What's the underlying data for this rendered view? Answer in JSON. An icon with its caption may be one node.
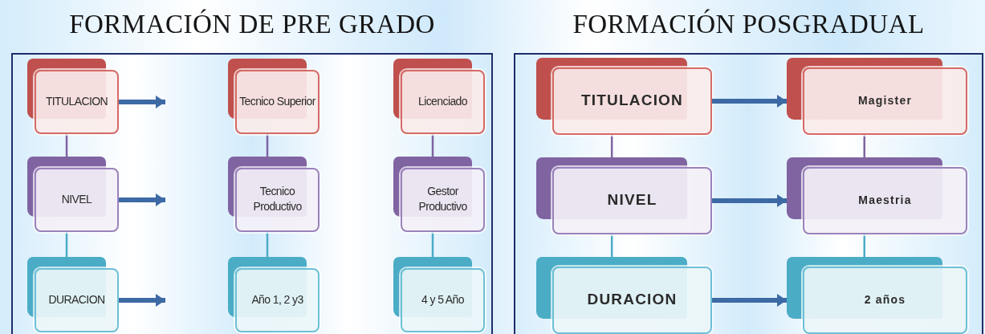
{
  "diagram": {
    "nodes": [
      {
        "text": [
          "FORMACIÓN DE PRE GRADO"
        ]
      },
      {
        "text": [
          "TITULACION"
        ],
        "in": 0
      },
      {
        "text": [
          "Tecnico Superior"
        ],
        "in": 0
      },
      {
        "text": [
          "Licenciado"
        ],
        "in": 0
      },
      {
        "text": [
          "NIVEL"
        ],
        "in": 0
      },
      {
        "text": [
          "Tecnico Productivo"
        ],
        "in": 0
      },
      {
        "text": [
          "Gestor Productivo"
        ],
        "in": 0
      },
      {
        "text": [
          "DURACION"
        ],
        "in": 0
      },
      {
        "text": [
          "Año 1, 2 y3"
        ],
        "in": 0
      },
      {
        "text": [
          "4 y 5 Año"
        ],
        "in": 0
      },
      {
        "text": [
          "FORMACIÓN POSGRADUAL"
        ]
      },
      {
        "text": [
          "TITULACION"
        ],
        "in": 10
      },
      {
        "text": [
          "Magister"
        ],
        "in": 10
      },
      {
        "text": [
          "NIVEL"
        ],
        "in": 10
      },
      {
        "text": [
          "Maestria"
        ],
        "in": 10
      },
      {
        "text": [
          "DURACION"
        ],
        "in": 10
      },
      {
        "text": [
          "2 años"
        ],
        "in": 10
      }
    ],
    "edges": [
      {
        "from": 1,
        "to": null,
        "arrow": "to",
        "style": "thick",
        "color": "#3d6aa5"
      },
      {
        "from": 4,
        "to": null,
        "arrow": "to",
        "style": "thick",
        "color": "#3d6aa5"
      },
      {
        "from": 7,
        "to": null,
        "arrow": "to",
        "style": "thick",
        "color": "#3d6aa5"
      },
      {
        "from": 1,
        "to": 4,
        "arrow": "none",
        "color": "#8064a2"
      },
      {
        "from": 4,
        "to": 7,
        "arrow": "none",
        "color": "#4bacc6"
      },
      {
        "from": 2,
        "to": 5,
        "arrow": "none",
        "color": "#8064a2"
      },
      {
        "from": 5,
        "to": 8,
        "arrow": "none",
        "color": "#4bacc6"
      },
      {
        "from": 3,
        "to": 6,
        "arrow": "none",
        "color": "#8064a2"
      },
      {
        "from": 6,
        "to": 9,
        "arrow": "none",
        "color": "#4bacc6"
      },
      {
        "from": 11,
        "to": 12,
        "arrow": "to",
        "style": "thick",
        "color": "#3d6aa5"
      },
      {
        "from": 13,
        "to": 14,
        "arrow": "to",
        "style": "thick",
        "color": "#3d6aa5"
      },
      {
        "from": 15,
        "to": 16,
        "arrow": "to",
        "style": "thick",
        "color": "#3d6aa5"
      },
      {
        "from": 11,
        "to": 13,
        "arrow": "none",
        "color": "#8064a2"
      },
      {
        "from": 13,
        "to": 15,
        "arrow": "none",
        "color": "#4bacc6"
      },
      {
        "from": 12,
        "to": 14,
        "arrow": "none",
        "color": "#8064a2"
      },
      {
        "from": 14,
        "to": 16,
        "arrow": "none",
        "color": "#4bacc6"
      }
    ]
  }
}
